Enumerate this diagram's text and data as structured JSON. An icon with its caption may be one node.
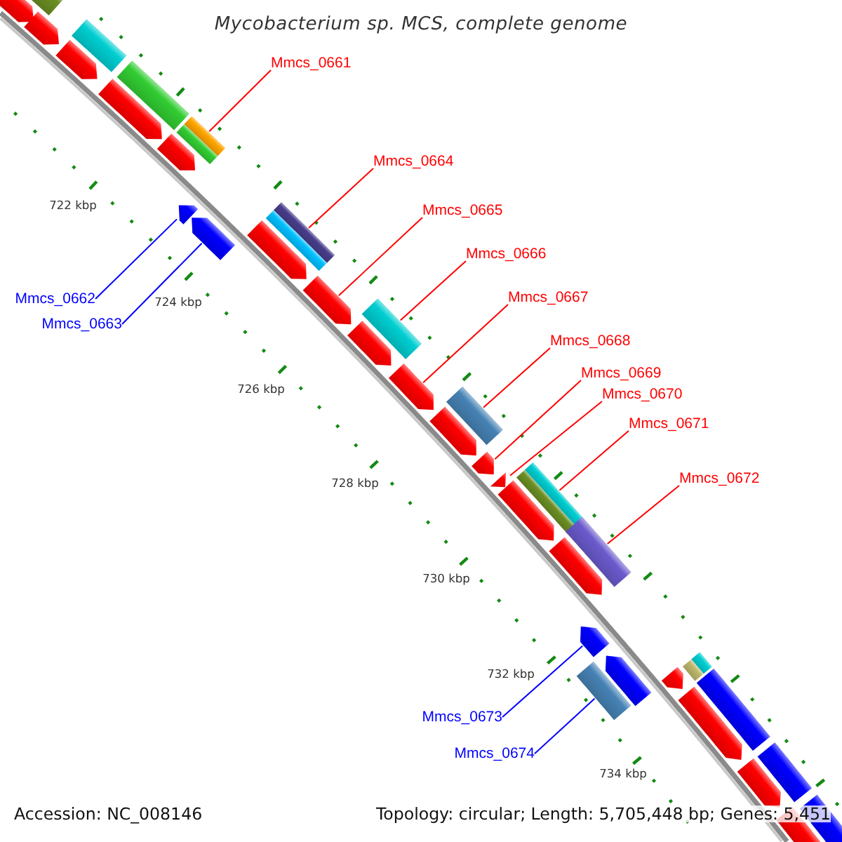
{
  "diagram": {
    "title": "Mycobacterium sp. MCS, complete genome",
    "nodes": [
      {
        "text": [
          "Mmcs_0661"
        ]
      },
      {
        "text": [
          "Mmcs_0662"
        ]
      },
      {
        "text": [
          "Mmcs_0663"
        ]
      },
      {
        "text": [
          "Mmcs_0664"
        ]
      },
      {
        "text": [
          "Mmcs_0665"
        ]
      },
      {
        "text": [
          "Mmcs_0666"
        ]
      },
      {
        "text": [
          "Mmcs_0667"
        ]
      },
      {
        "text": [
          "Mmcs_0668"
        ]
      },
      {
        "text": [
          "Mmcs_0669"
        ]
      },
      {
        "text": [
          "Mmcs_0670"
        ]
      },
      {
        "text": [
          "Mmcs_0671"
        ]
      },
      {
        "text": [
          "Mmcs_0672"
        ]
      },
      {
        "text": [
          "Mmcs_0673"
        ]
      },
      {
        "text": [
          "Mmcs_0674"
        ]
      },
      {
        "text": [],
        "shape": "bar"
      },
      {
        "text": [],
        "shape": "pentagon"
      },
      {
        "text": [],
        "shape": "pentagon"
      },
      {
        "text": [],
        "shape": "bar"
      },
      {
        "text": [],
        "shape": "pentagon"
      },
      {
        "text": [],
        "shape": "bar"
      },
      {
        "text": [],
        "shape": "pentagon"
      },
      {
        "text": [],
        "shape": "bar"
      },
      {
        "text": [],
        "shape": "pentagon"
      },
      {
        "text": [],
        "shape": "pentagon"
      },
      {
        "text": [],
        "shape": "bar"
      },
      {
        "text": [],
        "shape": "pentagon"
      },
      {
        "text": [],
        "shape": "pentagon"
      },
      {
        "text": [],
        "shape": "pentagon"
      },
      {
        "text": [],
        "shape": "bar"
      },
      {
        "text": [],
        "shape": "pentagon"
      },
      {
        "text": [],
        "shape": "pentagon"
      },
      {
        "text": [],
        "shape": "bar"
      },
      {
        "text": [],
        "shape": "pentagon"
      },
      {
        "text": [],
        "shape": "pentagon"
      },
      {
        "text": [],
        "shape": "triangle"
      },
      {
        "text": [],
        "shape": "bar"
      },
      {
        "text": [],
        "shape": "pentagon"
      },
      {
        "text": [],
        "shape": "bar"
      },
      {
        "text": [],
        "shape": "pentagon"
      },
      {
        "text": [],
        "shape": "pentagon"
      },
      {
        "text": [],
        "shape": "bar"
      },
      {
        "text": [],
        "shape": "pentagon"
      },
      {
        "text": [],
        "shape": "pentagon"
      },
      {
        "text": [],
        "shape": "bar"
      },
      {
        "text": [],
        "shape": "bar"
      },
      {
        "text": [],
        "shape": "pentagon"
      },
      {
        "text": [],
        "shape": "bar"
      },
      {
        "text": [],
        "shape": "pentagon"
      },
      {
        "text": [],
        "shape": "bar"
      },
      {
        "text": [],
        "shape": "pentagon"
      }
    ],
    "edges": [
      {
        "from": 0,
        "to": 21,
        "arrow": "none"
      },
      {
        "from": 1,
        "to": 23,
        "arrow": "none",
        "color": "#0000ff"
      },
      {
        "from": 2,
        "to": 25,
        "arrow": "none",
        "color": "#0000ff"
      },
      {
        "from": 3,
        "to": 24,
        "arrow": "none"
      },
      {
        "from": 4,
        "to": 27,
        "arrow": "none"
      },
      {
        "from": 5,
        "to": 28,
        "arrow": "none"
      },
      {
        "from": 6,
        "to": 30,
        "arrow": "none"
      },
      {
        "from": 7,
        "to": 31,
        "arrow": "none"
      },
      {
        "from": 8,
        "to": 33,
        "arrow": "none"
      },
      {
        "from": 9,
        "to": 34,
        "arrow": "none"
      },
      {
        "from": 10,
        "to": 35,
        "arrow": "none"
      },
      {
        "from": 11,
        "to": 37,
        "arrow": "none"
      },
      {
        "from": 12,
        "to": 39,
        "arrow": "none",
        "color": "#0000ff"
      },
      {
        "from": 13,
        "to": 43,
        "arrow": "none",
        "color": "#0000ff"
      }
    ],
    "labels": [
      "722 kbp",
      "724 kbp",
      "726 kbp",
      "728 kbp",
      "730 kbp",
      "732 kbp",
      "734 kbp",
      "Accession: NC_008146",
      "Topology: circular; Length: 5,705,448 bp; Genes: 5,451"
    ]
  }
}
